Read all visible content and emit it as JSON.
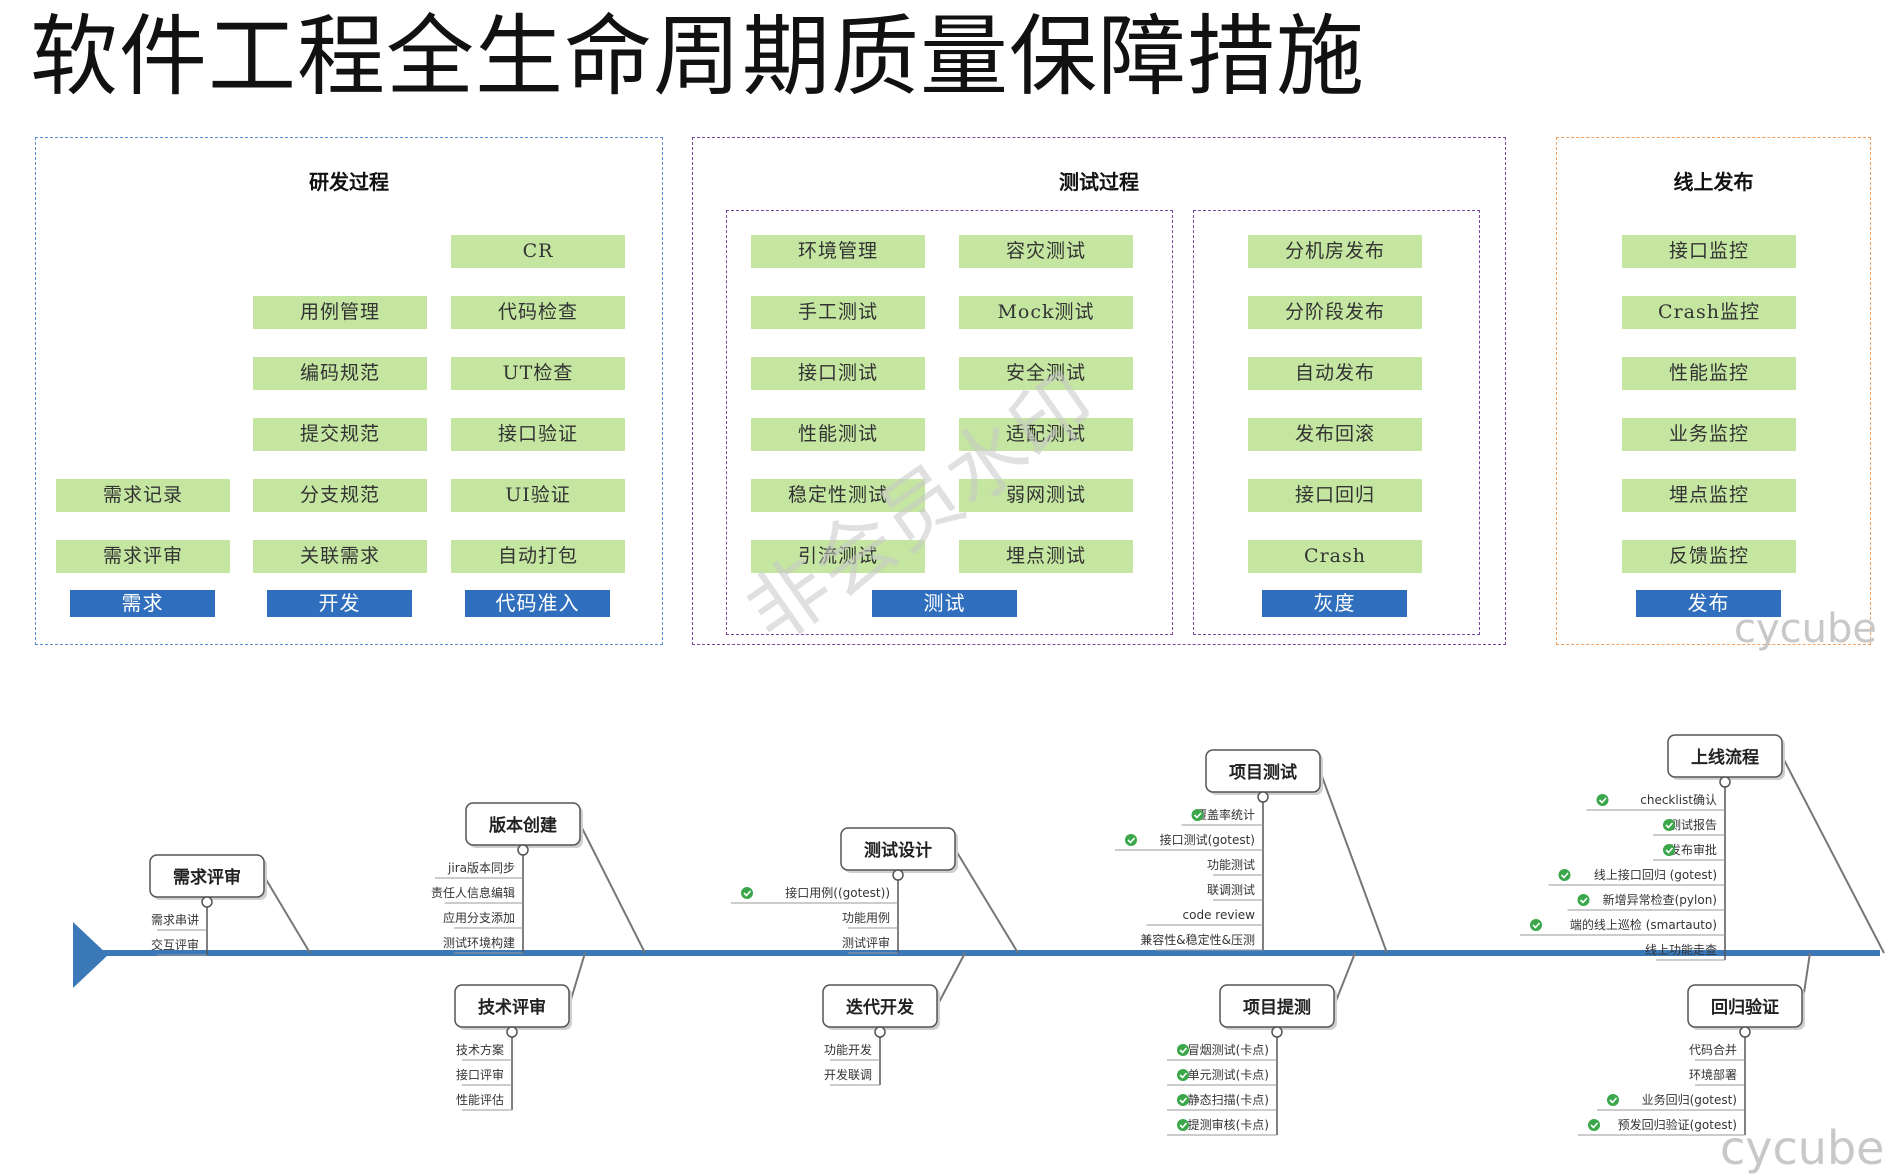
{
  "page_title": "软件工程全生命周期质量保障措施",
  "colors": {
    "green_box": "#c4e6a1",
    "blue_box": "#2f6fbd",
    "spine": "#3b78b8",
    "panel_blue_border": "#5b8fd0",
    "panel_purple_border": "#7a4aa0",
    "panel_orange_border": "#f0a060",
    "check_green": "#3aa84a"
  },
  "panels": {
    "dev": {
      "title": "研发过程",
      "col1": [
        "需求记录",
        "需求评审"
      ],
      "col2": [
        "用例管理",
        "编码规范",
        "提交规范",
        "分支规范",
        "关联需求"
      ],
      "col3": [
        "CR",
        "代码检查",
        "UT检查",
        "接口验证",
        "UI验证",
        "自动打包"
      ],
      "labels": [
        "需求",
        "开发",
        "代码准入"
      ]
    },
    "test": {
      "title": "测试过程",
      "left_col1": [
        "环境管理",
        "手工测试",
        "接口测试",
        "性能测试",
        "稳定性测试",
        "引流测试"
      ],
      "left_col2": [
        "容灾测试",
        "Mock测试",
        "安全测试",
        "适配测试",
        "弱网测试",
        "埋点测试"
      ],
      "left_label": "测试",
      "right_col": [
        "分机房发布",
        "分阶段发布",
        "自动发布",
        "发布回滚",
        "接口回归",
        "Crash"
      ],
      "right_label": "灰度"
    },
    "release": {
      "title": "线上发布",
      "col": [
        "接口监控",
        "Crash监控",
        "性能监控",
        "业务监控",
        "埋点监控",
        "反馈监控"
      ],
      "label": "发布"
    }
  },
  "fishbone": {
    "top": [
      {
        "name": "需求评审",
        "items": [
          {
            "text": "需求串讲",
            "check": false
          },
          {
            "text": "交互评审",
            "check": false
          }
        ]
      },
      {
        "name": "版本创建",
        "items": [
          {
            "text": "jira版本同步",
            "check": false
          },
          {
            "text": "责任人信息编辑",
            "check": false
          },
          {
            "text": "应用分支添加",
            "check": false
          },
          {
            "text": "测试环境构建",
            "check": false
          }
        ]
      },
      {
        "name": "测试设计",
        "items": [
          {
            "text": "接口用例((gotest))",
            "check": true
          },
          {
            "text": "功能用例",
            "check": false
          },
          {
            "text": "测试评审",
            "check": false
          }
        ]
      },
      {
        "name": "项目测试",
        "items": [
          {
            "text": "覆盖率统计",
            "check": true
          },
          {
            "text": "接口测试(gotest)",
            "check": true
          },
          {
            "text": "功能测试",
            "check": false
          },
          {
            "text": "联调测试",
            "check": false
          },
          {
            "text": "code review",
            "check": false
          },
          {
            "text": "兼容性&稳定性&压测",
            "check": false
          }
        ]
      },
      {
        "name": "上线流程",
        "items": [
          {
            "text": "checklist确认",
            "check": true
          },
          {
            "text": "测试报告",
            "check": true
          },
          {
            "text": "发布审批",
            "check": true
          },
          {
            "text": "线上接口回归 (gotest)",
            "check": true
          },
          {
            "text": "新增异常检查(pylon)",
            "check": true
          },
          {
            "text": "端的线上巡检 (smartauto)",
            "check": true
          },
          {
            "text": "线上功能走查",
            "check": false
          }
        ]
      }
    ],
    "bottom": [
      {
        "name": "技术评审",
        "items": [
          {
            "text": "技术方案",
            "check": false
          },
          {
            "text": "接口评审",
            "check": false
          },
          {
            "text": "性能评估",
            "check": false
          }
        ]
      },
      {
        "name": "迭代开发",
        "items": [
          {
            "text": "功能开发",
            "check": false
          },
          {
            "text": "开发联调",
            "check": false
          }
        ]
      },
      {
        "name": "项目提测",
        "items": [
          {
            "text": "冒烟测试(卡点)",
            "check": true
          },
          {
            "text": "单元测试(卡点)",
            "check": true
          },
          {
            "text": "静态扫描(卡点)",
            "check": true
          },
          {
            "text": "提测审核(卡点)",
            "check": true
          }
        ]
      },
      {
        "name": "回归验证",
        "items": [
          {
            "text": "代码合并",
            "check": false
          },
          {
            "text": "环境部署",
            "check": false
          },
          {
            "text": "业务回归(gotest)",
            "check": true
          },
          {
            "text": "预发回归验证(gotest)",
            "check": true
          }
        ]
      }
    ]
  },
  "watermarks": {
    "diagonal": "非会员水印",
    "brand": "cycube"
  }
}
